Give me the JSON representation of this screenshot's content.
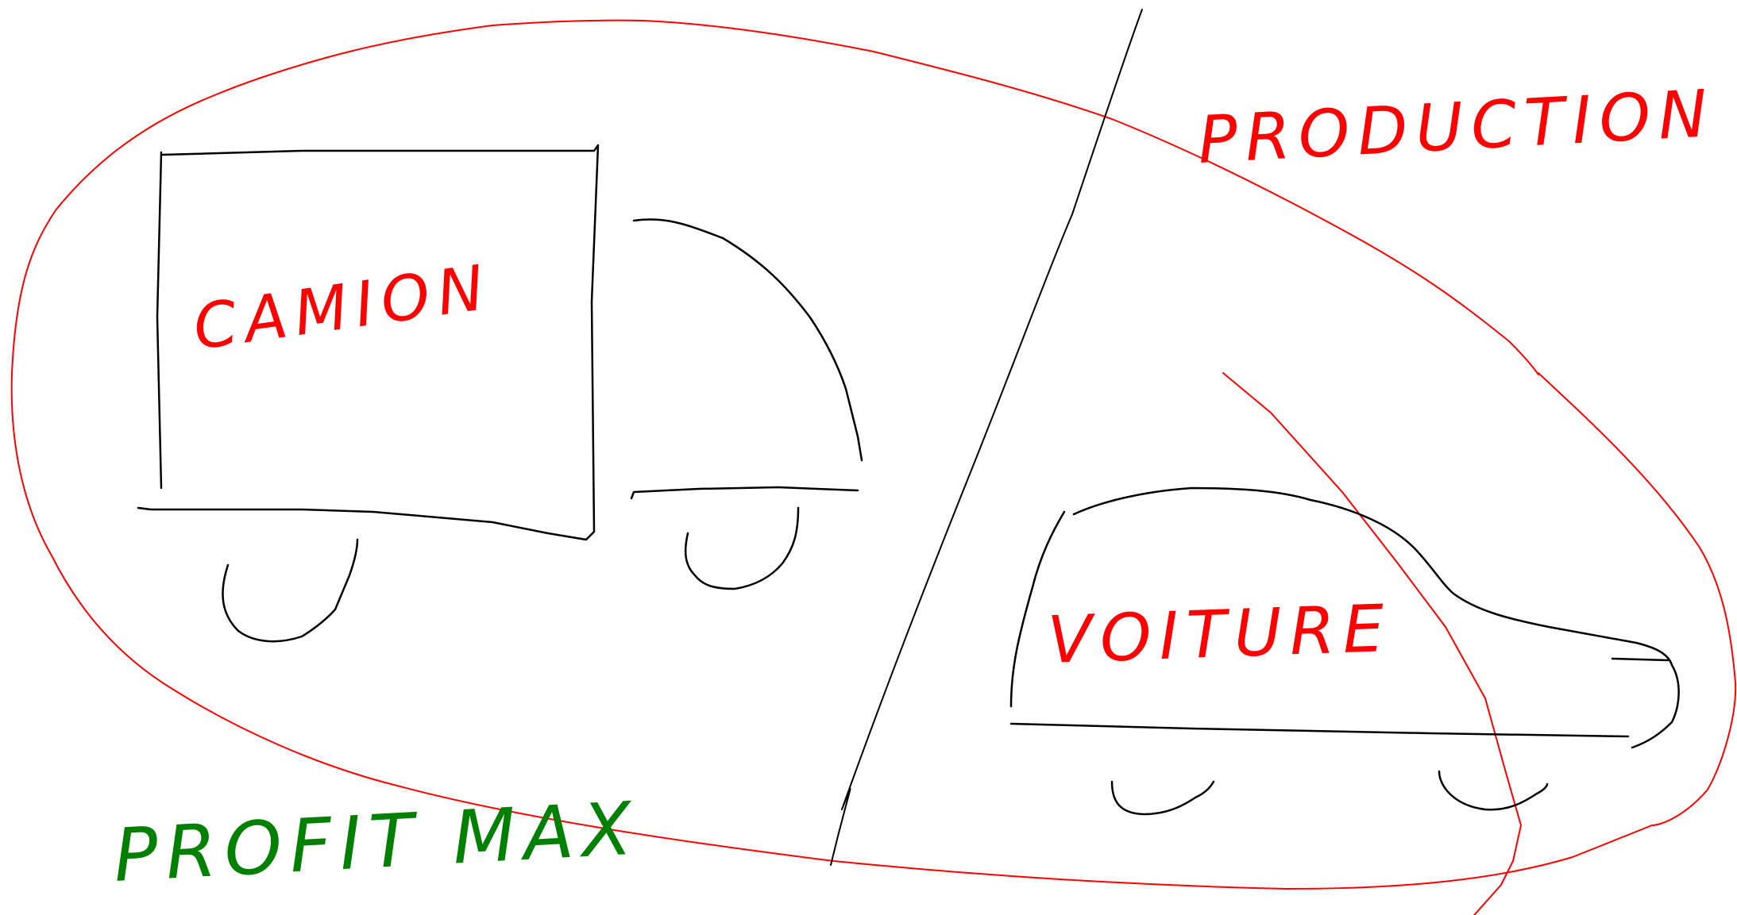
{
  "labels": {
    "truck": "CAMION",
    "car": "VOITURE",
    "production": "PRODUCTION",
    "profit": "PROFIT MAX"
  },
  "colors": {
    "ink_black": "#000000",
    "ink_red": "#ff0000",
    "ink_green": "#008000",
    "background": "#ffffff"
  }
}
